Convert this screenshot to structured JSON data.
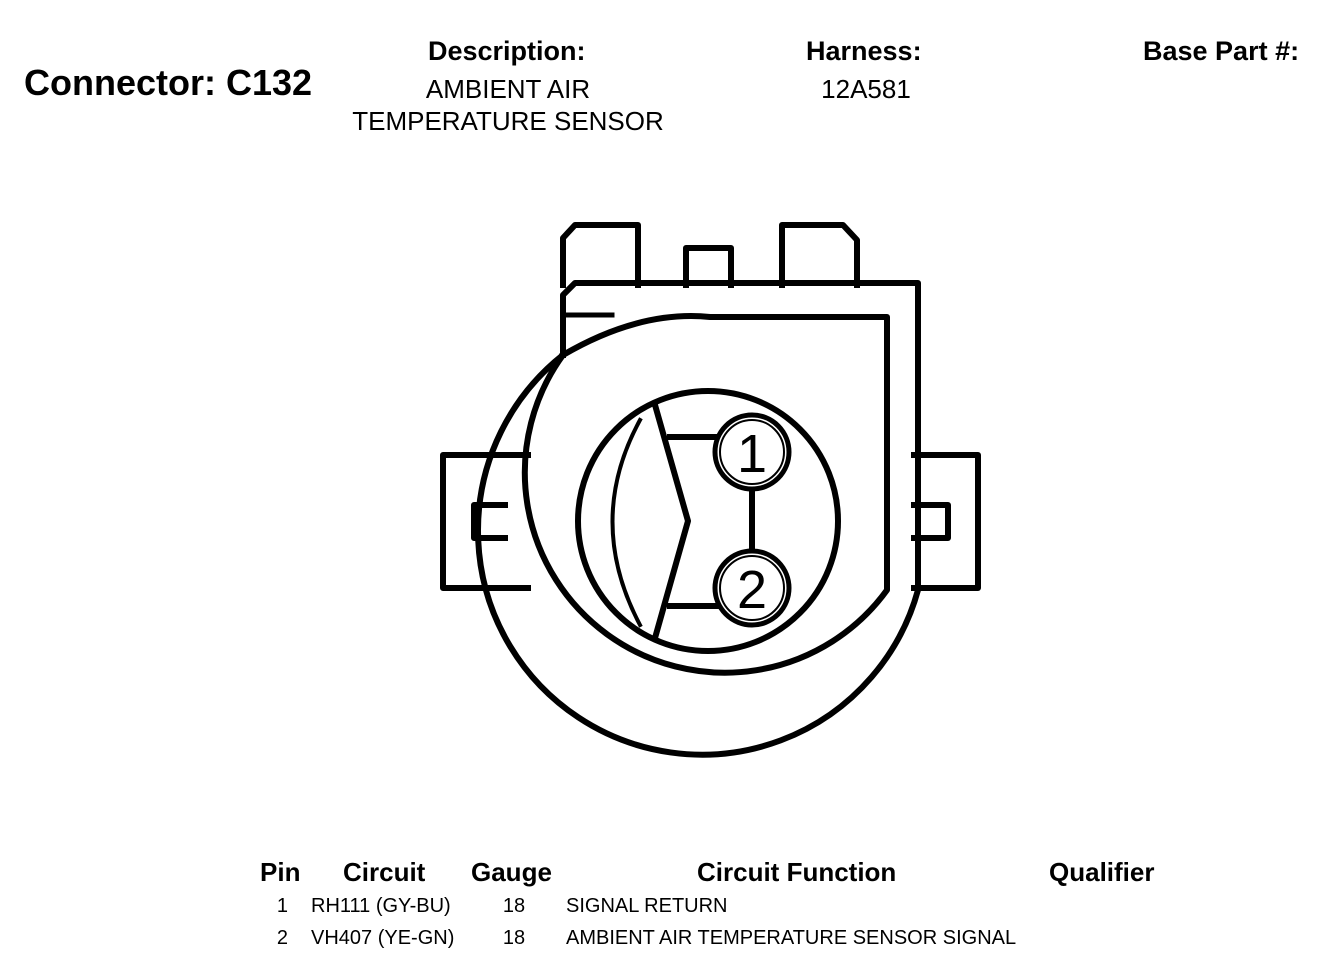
{
  "header": {
    "connector_title": "Connector: C132",
    "description_label": "Description:",
    "description_line1": "AMBIENT AIR",
    "description_line2": "TEMPERATURE SENSOR",
    "harness_label": "Harness:",
    "harness_value": "12A581",
    "base_part_label": "Base Part #:"
  },
  "diagram": {
    "pin_labels": [
      "1",
      "2"
    ]
  },
  "table": {
    "headers": {
      "pin": "Pin",
      "circuit": "Circuit",
      "gauge": "Gauge",
      "function": "Circuit Function",
      "qualifier": "Qualifier"
    },
    "rows": [
      {
        "pin": "1",
        "circuit": "RH111 (GY-BU)",
        "gauge": "18",
        "function": "SIGNAL RETURN",
        "qualifier": ""
      },
      {
        "pin": "2",
        "circuit": "VH407 (YE-GN)",
        "gauge": "18",
        "function": "AMBIENT AIR TEMPERATURE SENSOR SIGNAL",
        "qualifier": ""
      }
    ]
  }
}
